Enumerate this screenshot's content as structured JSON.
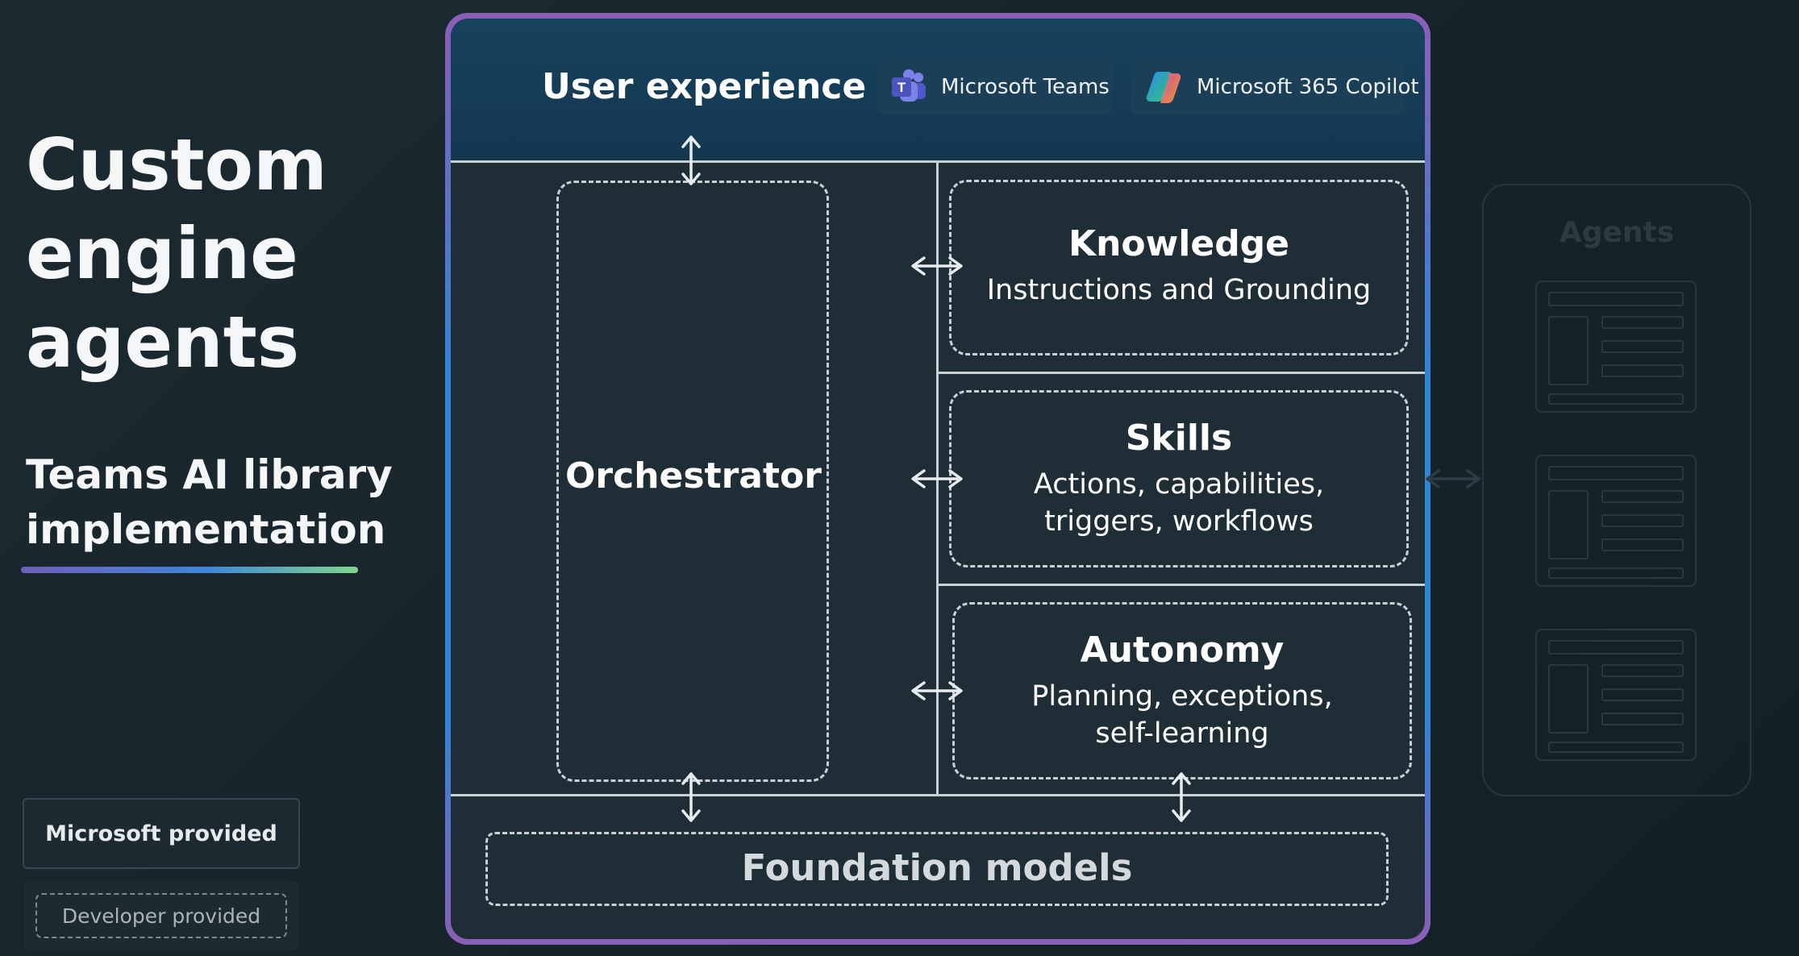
{
  "title": {
    "line1": "Custom",
    "line2": "engine",
    "line3": "agents"
  },
  "subtitle": {
    "line1": "Teams AI library",
    "line2": "implementation"
  },
  "legend": {
    "microsoft": "Microsoft provided",
    "developer": "Developer provided"
  },
  "user_experience": {
    "title": "User experience",
    "channels": [
      {
        "label": "Microsoft Teams",
        "icon": "teams-icon"
      },
      {
        "label": "Microsoft 365 Copilot",
        "icon": "copilot-icon"
      }
    ]
  },
  "orchestrator": {
    "label": "Orchestrator"
  },
  "components": [
    {
      "title": "Knowledge",
      "desc1": "Instructions and Grounding",
      "desc2": ""
    },
    {
      "title": "Skills",
      "desc1": "Actions, capabilities,",
      "desc2": "triggers, workflows"
    },
    {
      "title": "Autonomy",
      "desc1": "Planning, exceptions,",
      "desc2": "self-learning"
    }
  ],
  "foundation": {
    "label": "Foundation models"
  },
  "agents": {
    "title": "Agents"
  },
  "colors": {
    "accent_gradient": [
      "#6f5fb8",
      "#3f86d8",
      "#7fd58f"
    ],
    "frame_border": [
      "#8a5fb6",
      "#2f86d6"
    ],
    "ux_band": "#17425e",
    "panel": "#1f2d36",
    "background": "#1b2830"
  }
}
